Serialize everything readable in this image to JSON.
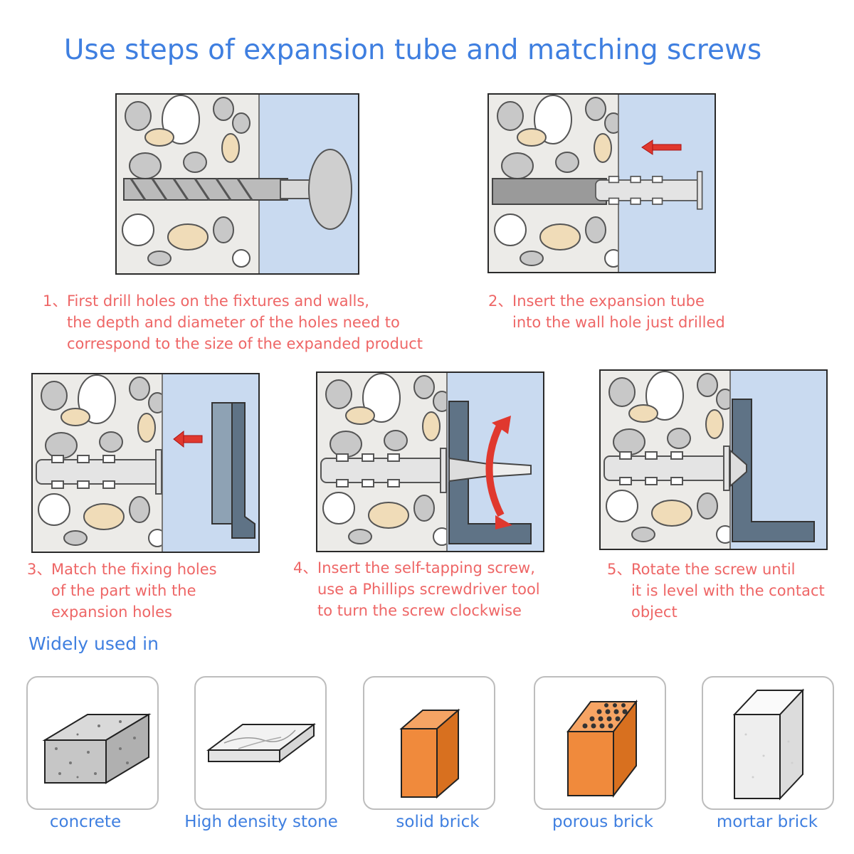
{
  "title": "Use steps of expansion tube and matching screws",
  "steps": [
    {
      "number": "1、",
      "lines": [
        "First drill holes on the fixtures and walls,",
        "the depth and diameter of the holes need to",
        "correspond to the size of the expanded product"
      ]
    },
    {
      "number": "2、",
      "lines": [
        "Insert the expansion tube",
        "into the wall hole just drilled"
      ]
    },
    {
      "number": "3、",
      "lines": [
        "Match the fixing holes",
        "of the part with the",
        "expansion holes"
      ]
    },
    {
      "number": "4、",
      "lines": [
        "Insert the self-tapping screw,",
        "use a Phillips screwdriver tool",
        "to turn the screw clockwise"
      ]
    },
    {
      "number": "5、",
      "lines": [
        "Rotate the screw until",
        "it is level with the contact",
        "object"
      ]
    }
  ],
  "usage_title": "Widely used in",
  "materials": [
    {
      "label": "concrete",
      "icon": "concrete-block-icon"
    },
    {
      "label": "High density stone",
      "icon": "stone-slab-icon"
    },
    {
      "label": "solid brick",
      "icon": "solid-brick-icon"
    },
    {
      "label": "porous brick",
      "icon": "porous-brick-icon"
    },
    {
      "label": "mortar brick",
      "icon": "mortar-brick-icon"
    }
  ],
  "colors": {
    "title": "#3f7fe0",
    "step_text": "#ee6666",
    "arrow": "#e0382e",
    "brick": "#f08a3c",
    "bracket": "#5f7386",
    "wall_gap": "#c9daf0"
  }
}
